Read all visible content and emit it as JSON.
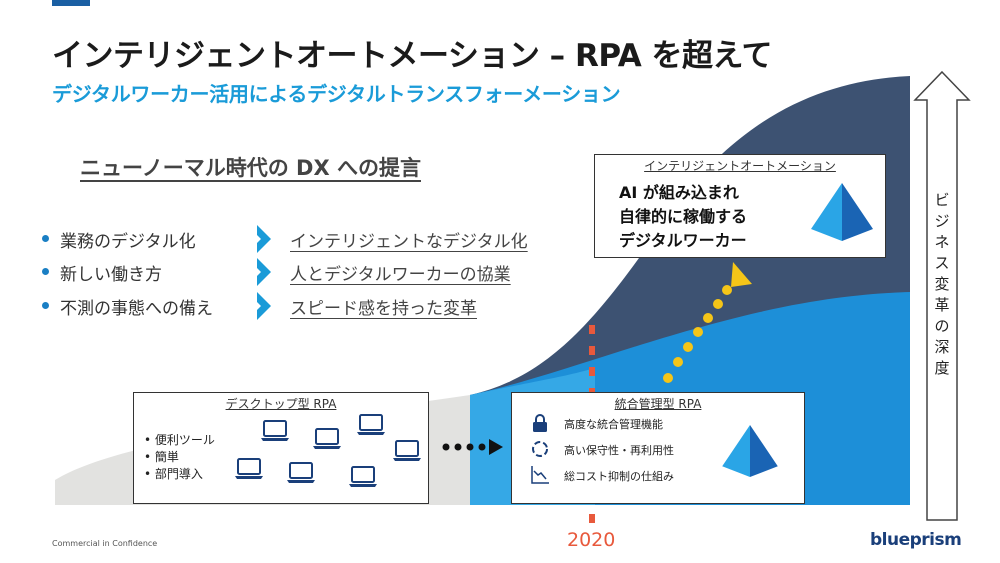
{
  "header": {
    "title": "インテリジェントオートメーション – RPA を超えて",
    "subtitle": "デジタルワーカー活用によるデジタルトランスフォーメーション"
  },
  "proposal": {
    "heading": "ニューノーマル時代の DX への提言",
    "items": [
      {
        "left": "業務のデジタル化",
        "right": "インテリジェントなデジタル化"
      },
      {
        "left": "新しい働き方",
        "right": "人とデジタルワーカーの協業"
      },
      {
        "left": "不測の事態への備え",
        "right": "スピード感を持った変革"
      }
    ]
  },
  "intelligent_automation": {
    "title": "インテリジェントオートメーション",
    "lines": [
      "AI が組み込まれ",
      "自律的に稼働する",
      "デジタルワーカー"
    ]
  },
  "desktop_rpa": {
    "title": "デスクトップ型 RPA",
    "items": [
      "便利ツール",
      "簡単",
      "部門導入"
    ]
  },
  "integrated_rpa": {
    "title": "統合管理型 RPA",
    "items": [
      {
        "icon": "lock-icon",
        "text": "高度な統合管理機能"
      },
      {
        "icon": "cycle-icon",
        "text": "高い保守性・再利用性"
      },
      {
        "icon": "cost-down-chart-icon",
        "text": "総コスト抑制の仕組み"
      }
    ]
  },
  "year_marker": "2020",
  "vertical_axis_label": "ビジネス変革の深度",
  "footer": {
    "confidential": "Commercial in Confidence",
    "logo": "blueprism"
  },
  "colors": {
    "accent_blue": "#1a9bd8",
    "dark_navy": "#3b5070",
    "mid_blue": "#1e8fd6",
    "marker_red": "#e8593c",
    "dots_yellow": "#f5c518"
  }
}
